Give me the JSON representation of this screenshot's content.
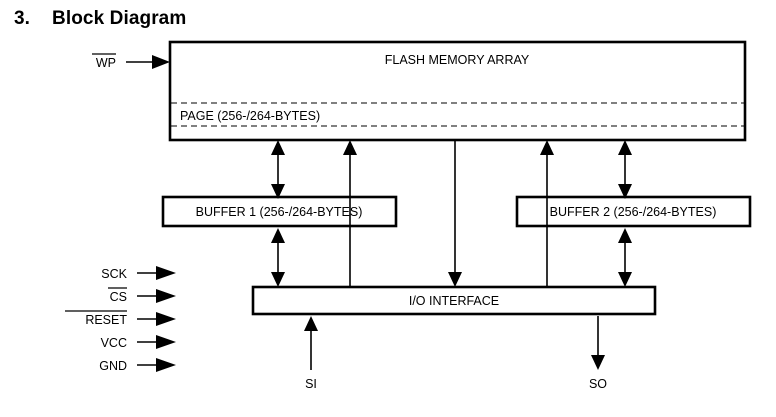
{
  "heading": {
    "number": "3.",
    "title": "Block Diagram"
  },
  "blocks": {
    "flash_array": {
      "title": "FLASH MEMORY ARRAY",
      "page_band": "PAGE (256-/264-BYTES)"
    },
    "buffer1": "BUFFER 1 (256-/264-BYTES)",
    "buffer2": "BUFFER 2 (256-/264-BYTES)",
    "io_interface": "I/O INTERFACE"
  },
  "signals": {
    "top_left": {
      "label": "WP",
      "overline": true,
      "direction": "in"
    },
    "left_pins": [
      {
        "label": "SCK",
        "overline": false,
        "direction": "in"
      },
      {
        "label": "CS",
        "overline": true,
        "direction": "in"
      },
      {
        "label": "RESET",
        "overline": true,
        "direction": "in"
      },
      {
        "label": "VCC",
        "overline": false,
        "direction": "in"
      },
      {
        "label": "GND",
        "overline": false,
        "direction": "in"
      }
    ],
    "bottom_pins": [
      {
        "label": "SI",
        "direction": "in"
      },
      {
        "label": "SO",
        "direction": "out"
      }
    ]
  },
  "colors": {
    "line": "#000000",
    "background": "#ffffff",
    "text": "#000000"
  }
}
